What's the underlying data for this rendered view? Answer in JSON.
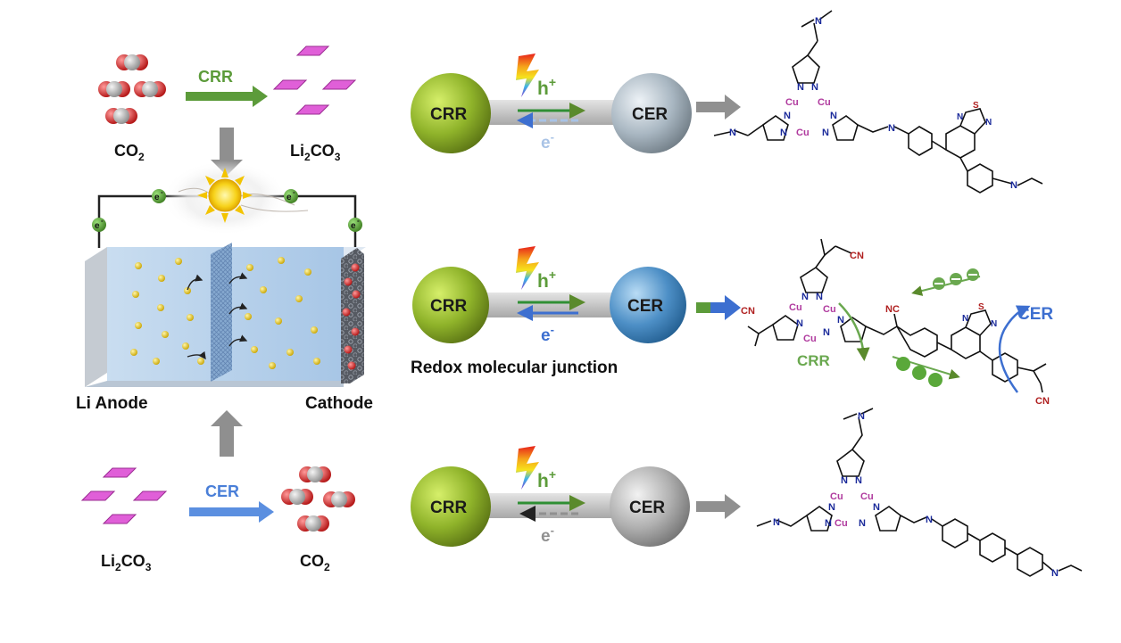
{
  "species": {
    "co2": "CO",
    "co2_sub": "2",
    "li2co3_a": "Li",
    "li2co3_sub1": "2",
    "li2co3_b": "CO",
    "li2co3_sub2": "3"
  },
  "reactions": {
    "crr": "CRR",
    "cer": "CER"
  },
  "battery": {
    "anode_label": "Li Anode",
    "cathode_label": "Cathode",
    "electron": "e",
    "electron_sup": "-"
  },
  "junctions": {
    "left_sphere": "CRR",
    "right_sphere": "CER",
    "hole": "h",
    "hole_sup": "+",
    "electron": "e",
    "electron_sup": "-",
    "caption": "Redox molecular junction"
  },
  "molecule": {
    "cu": "Cu",
    "n": "N",
    "s": "S",
    "cn": "CN",
    "nc": "NC",
    "crr_label": "CRR",
    "cer_label": "CER"
  },
  "colors": {
    "green": "#5a8a2c",
    "blue": "#3d6fd0",
    "copper": "#b03a9e",
    "nitrile": "#b02020",
    "grey_arrow": "#909090"
  }
}
